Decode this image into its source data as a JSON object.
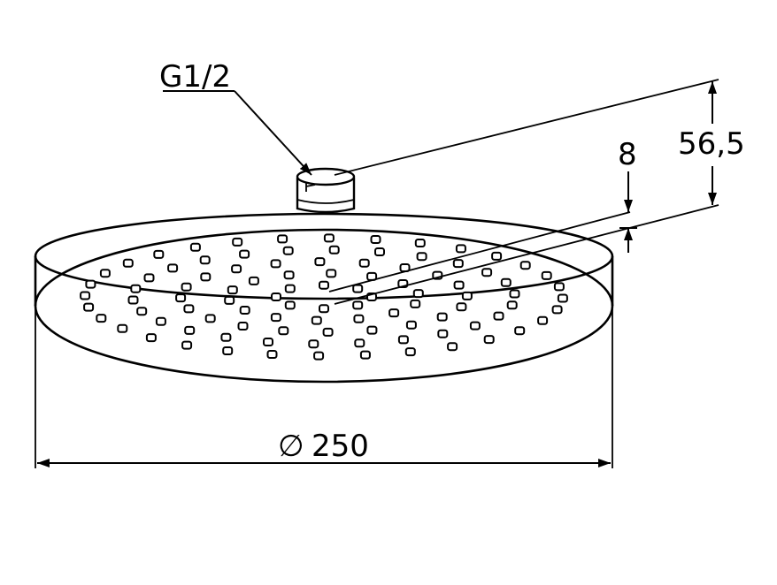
{
  "labels": {
    "thread": "G1/2",
    "height": "56,5",
    "thickness": "8",
    "diameter": "250",
    "diameter_symbol": "∅"
  },
  "colors": {
    "ink": "#000000",
    "background": "#ffffff"
  }
}
